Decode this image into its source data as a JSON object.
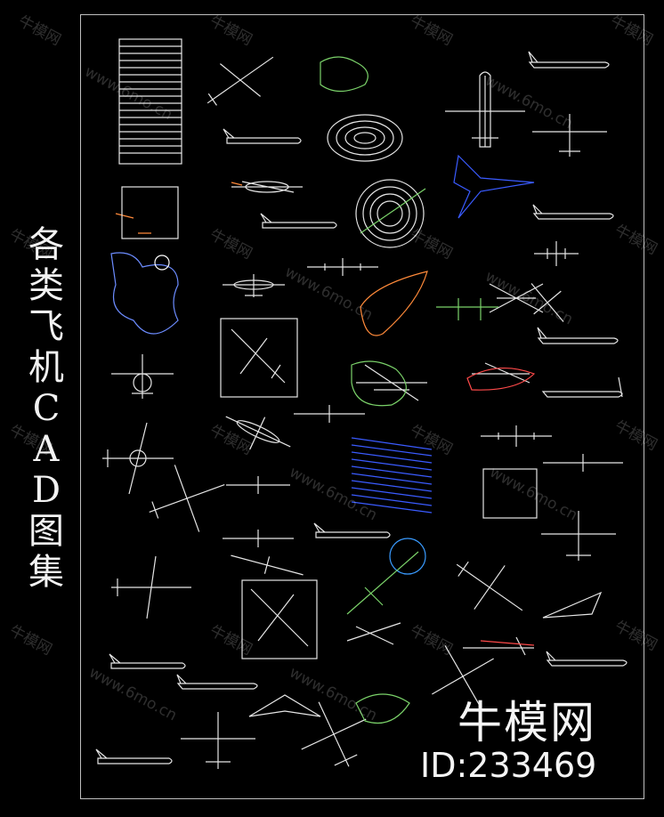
{
  "title": {
    "chars": [
      "各",
      "类",
      "飞",
      "机",
      "C",
      "A",
      "D",
      "图",
      "集"
    ]
  },
  "watermark": {
    "brand": "牛模网",
    "url": "www.6mo.cn"
  },
  "brand_label": "牛模网",
  "id_label": "ID:233469",
  "colors": {
    "background": "#000000",
    "line": "#e6e6e6",
    "frame": "#bfbfbf",
    "accent_blue": "#3a5bff",
    "accent_green": "#7bd36a",
    "accent_orange": "#ff8a3a"
  }
}
